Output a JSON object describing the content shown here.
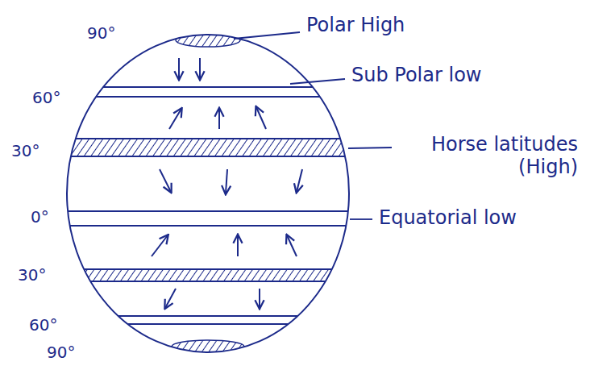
{
  "diagram": {
    "labels": [
      "90°",
      "60°",
      "30°",
      "0°",
      "30°",
      "60°",
      "90°",
      "Polar High",
      "Sub Polar low",
      "Horse latitudes (High)",
      "Equatorial low"
    ]
  }
}
